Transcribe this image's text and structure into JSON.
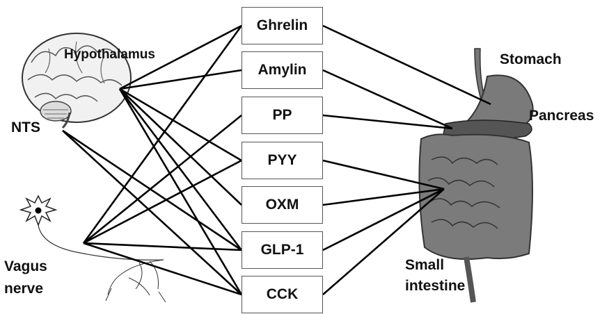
{
  "hormones": [
    "Ghrelin",
    "Amylin",
    "PP",
    "PYY",
    "OXM",
    "GLP-1",
    "CCK"
  ],
  "brain_labels": {
    "hypothalamus": "Hypothalamus",
    "nts": "NTS"
  },
  "nerve_label": [
    "Vagus",
    "nerve"
  ],
  "organ_labels": {
    "stomach": "Stomach",
    "pancreas": "Pancreas",
    "small_intestine": [
      "Small",
      "intestine"
    ]
  },
  "connections": {
    "Hypothalamus": [
      "Ghrelin",
      "Amylin",
      "PYY",
      "OXM",
      "GLP-1",
      "CCK"
    ],
    "NTS": [
      "GLP-1",
      "CCK"
    ],
    "Vagus nerve": [
      "Ghrelin",
      "PP",
      "PYY",
      "GLP-1",
      "CCK"
    ],
    "Stomach": [
      "Ghrelin"
    ],
    "Pancreas": [
      "Amylin",
      "PP"
    ],
    "Small intestine": [
      "PYY",
      "OXM",
      "GLP-1",
      "CCK"
    ]
  },
  "colors": {
    "line": "#000000",
    "organ": "#6f6f6f",
    "organ_dark": "#3a3a3a",
    "brain": "#f0f0f0"
  }
}
